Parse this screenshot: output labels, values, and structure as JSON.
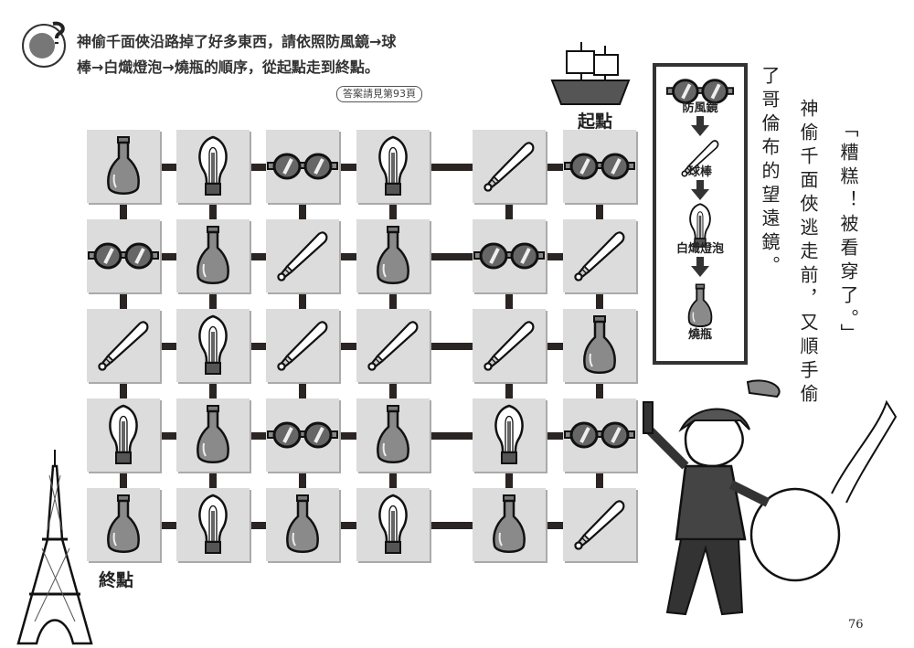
{
  "instructions": {
    "line1": "神偷千面俠沿路掉了好多東西，請依照防風鏡→球",
    "line2": "棒→白熾燈泡→燒瓶的順序，從起點走到終點。",
    "answer_ref": "答案請見第93頁"
  },
  "labels": {
    "start": "起點",
    "end": "終點"
  },
  "grid": [
    [
      "bottle",
      "bulb",
      "goggles",
      "bulb",
      "bat",
      "goggles"
    ],
    [
      "goggles",
      "bottle",
      "bat",
      "bottle",
      "goggles",
      "bat"
    ],
    [
      "bat",
      "bulb",
      "bat",
      "bat",
      "bat",
      "bottle"
    ],
    [
      "bulb",
      "bottle",
      "goggles",
      "bottle",
      "bulb",
      "goggles"
    ],
    [
      "bottle",
      "bulb",
      "bottle",
      "bulb",
      "bottle",
      "bat"
    ]
  ],
  "legend": [
    {
      "icon": "goggles",
      "label": "防風鏡"
    },
    {
      "icon": "bat",
      "label": "球棒"
    },
    {
      "icon": "bulb",
      "label": "白熾燈泡"
    },
    {
      "icon": "bottle",
      "label": "燒瓶"
    }
  ],
  "story": {
    "col1": "「糟糕！被看穿了。」",
    "col2": "神偷千面俠逃走前，又順手偷",
    "col3": "了哥倫布的望遠鏡。"
  },
  "page_number": "76"
}
